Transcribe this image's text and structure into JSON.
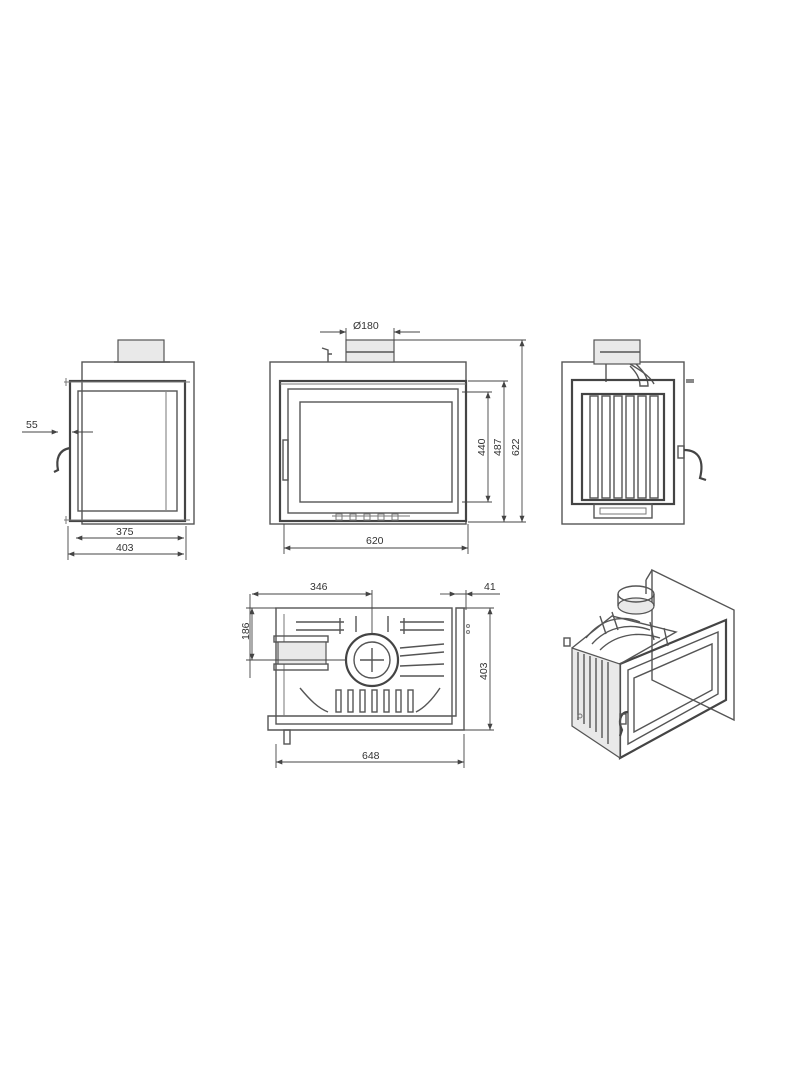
{
  "dimensions": {
    "flue_diameter": "Ø180",
    "handle_offset": "55",
    "side_inner_depth": "375",
    "side_outer_depth": "403",
    "front_width": "620",
    "glass_height": "440",
    "body_height": "487",
    "total_height": "622",
    "plan_flue_offset": "346",
    "plan_frame_offset": "41",
    "plan_flue_depth": "186",
    "plan_depth": "403",
    "plan_width": "648"
  },
  "colors": {
    "line": "#555555",
    "dimension": "#444444",
    "background": "#ffffff"
  }
}
